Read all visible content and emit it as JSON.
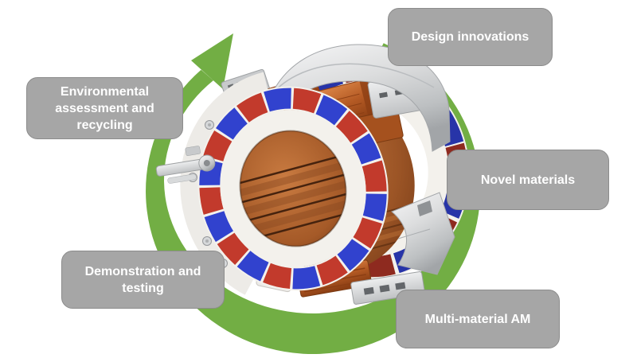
{
  "diagram": {
    "type": "cycle",
    "direction": "clockwise",
    "center_illustration": "cutaway-3d-render-of-electric-motor-with-red-blue-magnet-rings-and-copper-windings",
    "nodes": [
      {
        "label": "Design innovations",
        "position": "top-right"
      },
      {
        "label": "Novel materials",
        "position": "right"
      },
      {
        "label": "Multi-material AM",
        "position": "bottom-right"
      },
      {
        "label": "Demonstration and testing",
        "position": "bottom-left"
      },
      {
        "label": "Environmental assessment and recycling",
        "position": "left"
      }
    ]
  },
  "colors": {
    "arrow-green": "#72AE44",
    "node-fill": "#A6A6A6",
    "node-border": "#8C8C8C",
    "node-text": "#FFFFFF",
    "magnet-red": "#C23A2C",
    "magnet-red-dark": "#8E2A1F",
    "magnet-blue": "#3142CE",
    "magnet-blue-dark": "#2734A8",
    "copper": "#B4602C",
    "background": "#FFFFFF"
  }
}
